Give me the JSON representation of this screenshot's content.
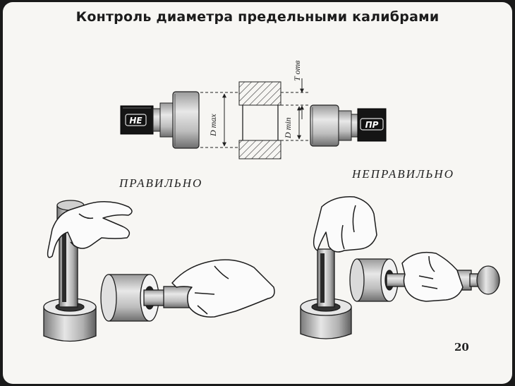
{
  "title": "Контроль диаметра предельными калибрами",
  "label_correct": "ПРАВИЛЬНО",
  "label_incorrect": "НЕПРАВИЛЬНО",
  "page_number": "20",
  "gauge_no_go": "НЕ",
  "gauge_go": "ПР",
  "dim_d_max": "D max",
  "dim_d_min": "D min",
  "dim_t_otv": "T отв"
}
